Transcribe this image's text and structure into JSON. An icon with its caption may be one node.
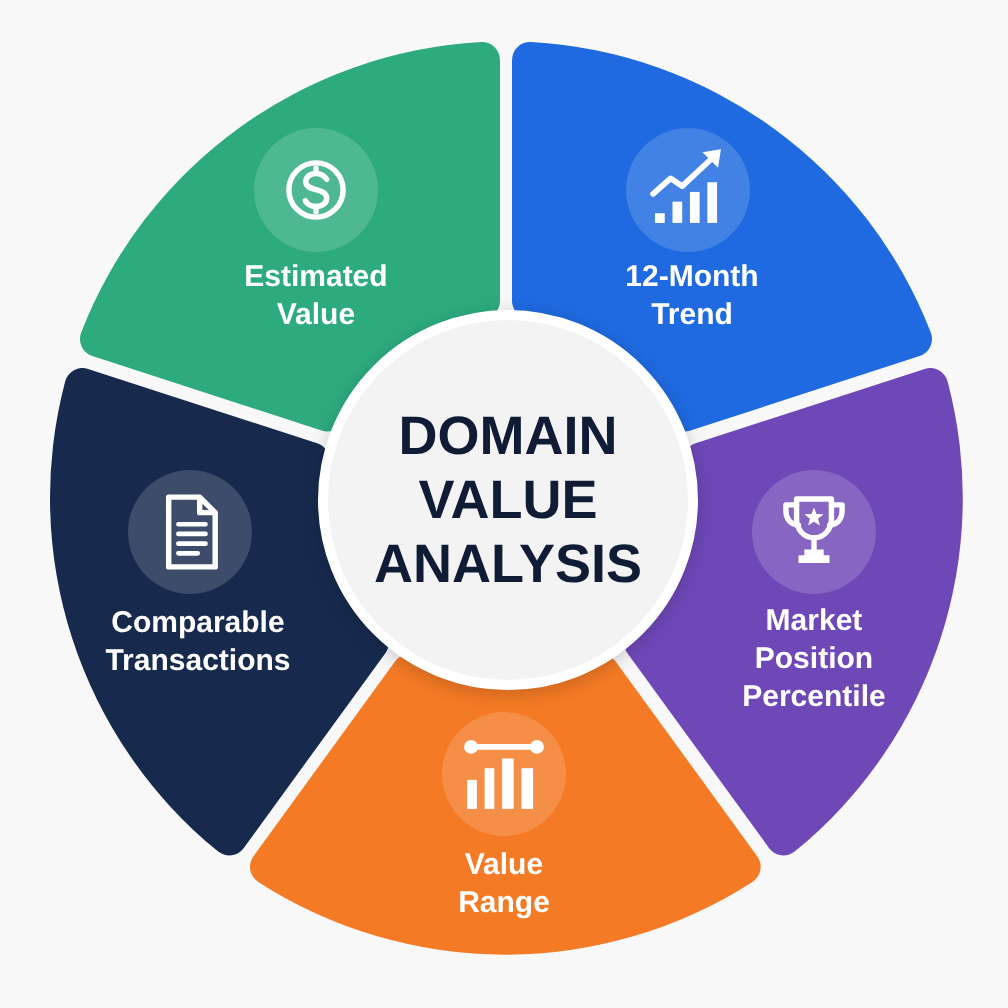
{
  "diagram": {
    "nodes": [
      {
        "text": [
          "Estimated Value"
        ]
      },
      {
        "text": [
          "12-Month Trend"
        ]
      },
      {
        "text": [
          "Comparable Transactions"
        ]
      },
      {
        "text": [
          "DOMAIN VALUE ANALYSIS"
        ]
      },
      {
        "text": [
          "Market Position Percentile"
        ]
      },
      {
        "text": [
          "Value Range"
        ]
      }
    ]
  }
}
